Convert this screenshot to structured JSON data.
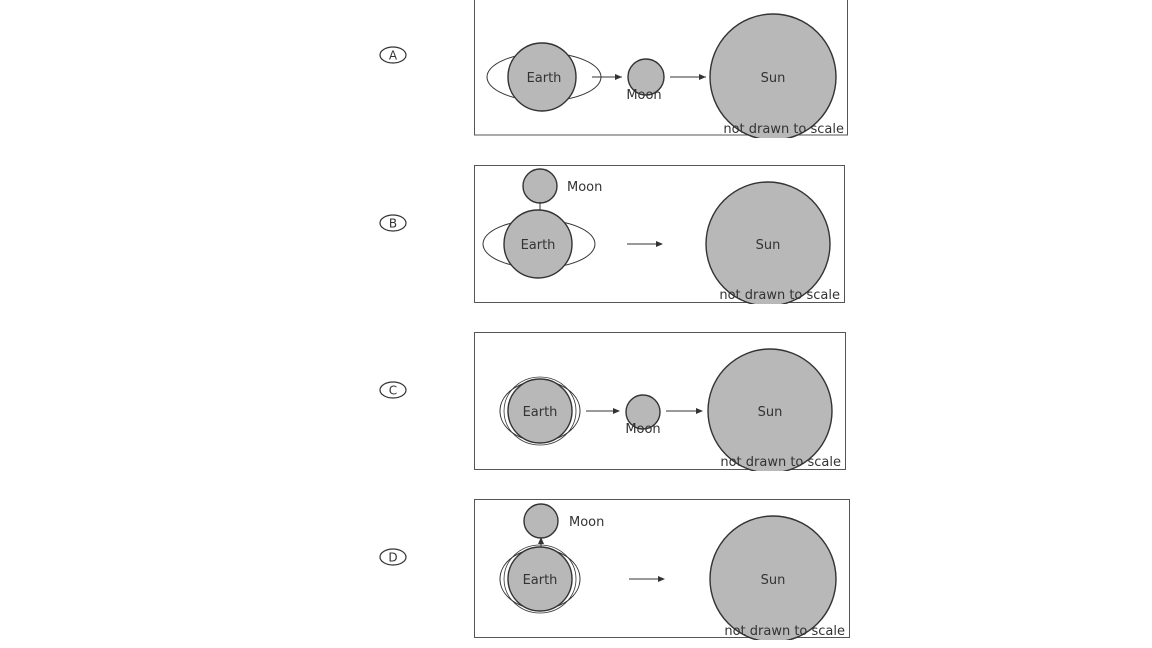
{
  "options": [
    {
      "letter": "A",
      "earth": "Earth",
      "moon": "Moon",
      "sun": "Sun",
      "note": "not drawn to scale"
    },
    {
      "letter": "B",
      "earth": "Earth",
      "moon": "Moon",
      "sun": "Sun",
      "note": "not drawn to scale"
    },
    {
      "letter": "C",
      "earth": "Earth",
      "moon": "Moon",
      "sun": "Sun",
      "note": "not drawn to scale"
    },
    {
      "letter": "D",
      "earth": "Earth",
      "moon": "Moon",
      "sun": "Sun",
      "note": "not drawn to scale"
    }
  ],
  "colors": {
    "body_fill": "#b8b8b8",
    "stroke": "#333333"
  }
}
